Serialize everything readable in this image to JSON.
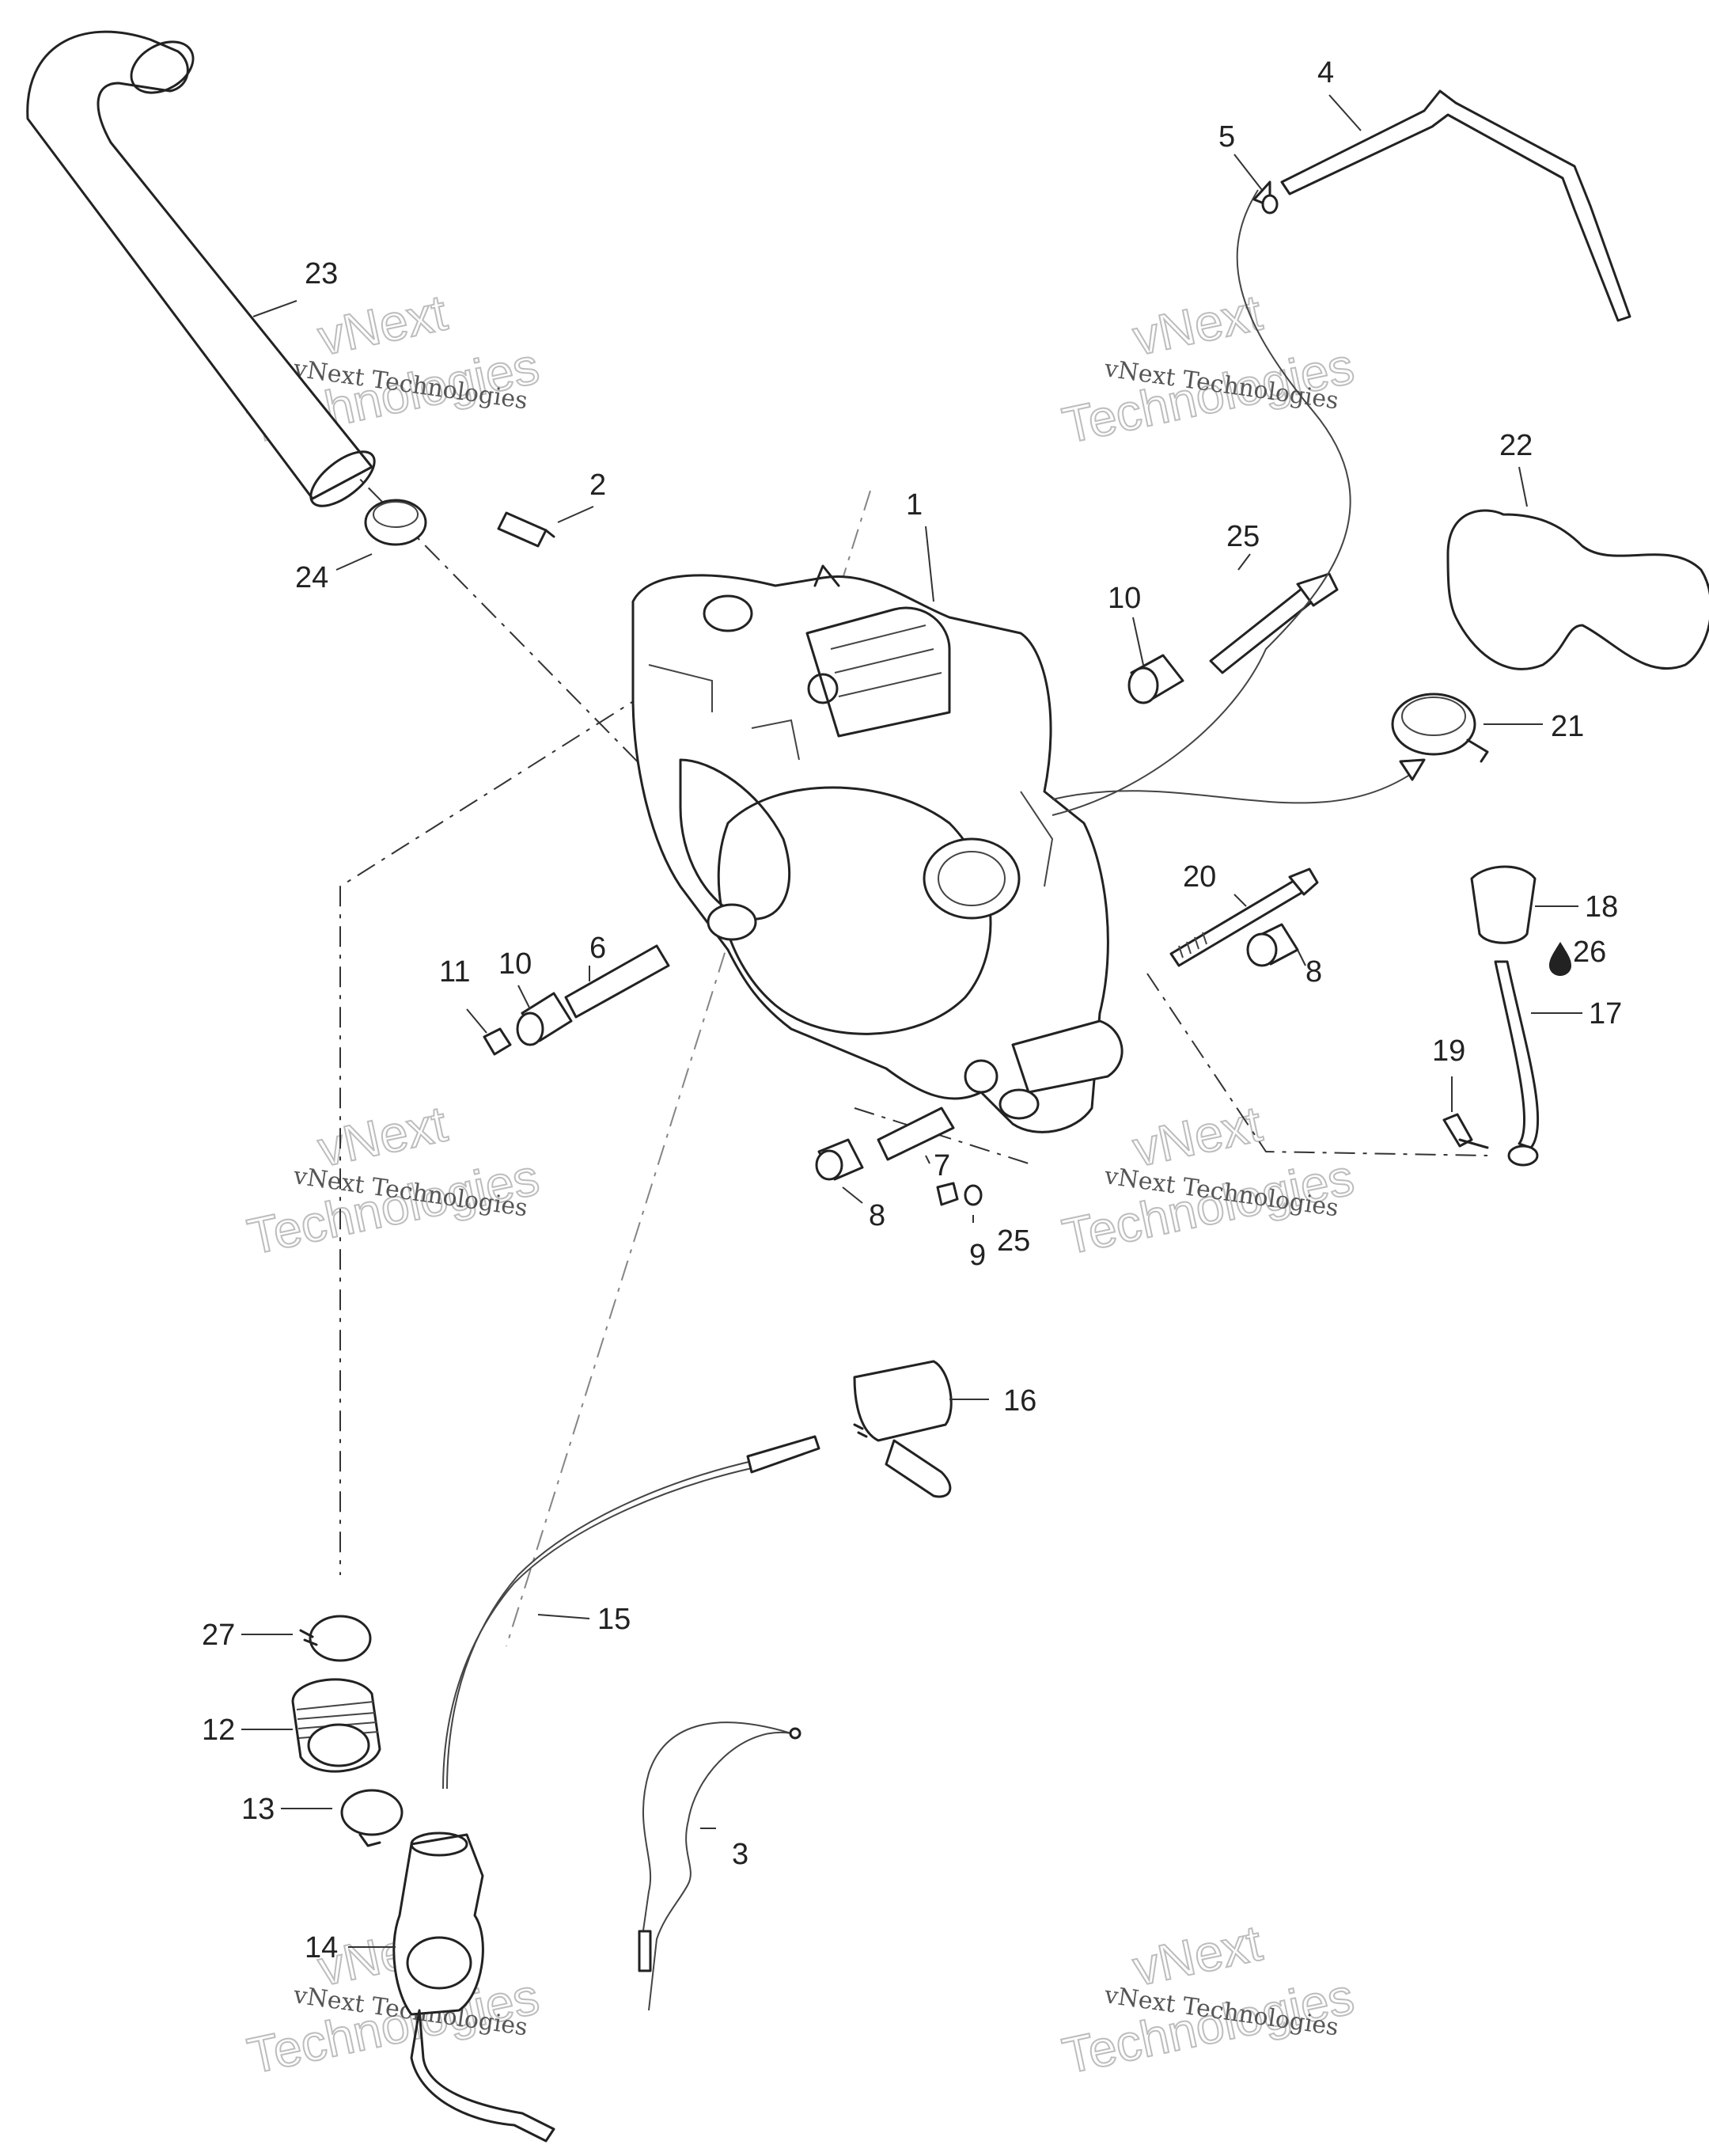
{
  "callouts": [
    {
      "id": "c1",
      "label": "1"
    },
    {
      "id": "c2",
      "label": "2"
    },
    {
      "id": "c3",
      "label": "3"
    },
    {
      "id": "c4",
      "label": "4"
    },
    {
      "id": "c5",
      "label": "5"
    },
    {
      "id": "c6",
      "label": "6"
    },
    {
      "id": "c7",
      "label": "7"
    },
    {
      "id": "c8a",
      "label": "8"
    },
    {
      "id": "c8b",
      "label": "8"
    },
    {
      "id": "c9",
      "label": "9"
    },
    {
      "id": "c10a",
      "label": "10"
    },
    {
      "id": "c10b",
      "label": "10"
    },
    {
      "id": "c11",
      "label": "11"
    },
    {
      "id": "c12",
      "label": "12"
    },
    {
      "id": "c13",
      "label": "13"
    },
    {
      "id": "c14",
      "label": "14"
    },
    {
      "id": "c15",
      "label": "15"
    },
    {
      "id": "c16",
      "label": "16"
    },
    {
      "id": "c17",
      "label": "17"
    },
    {
      "id": "c18",
      "label": "18"
    },
    {
      "id": "c19",
      "label": "19"
    },
    {
      "id": "c20",
      "label": "20"
    },
    {
      "id": "c21",
      "label": "21"
    },
    {
      "id": "c22",
      "label": "22"
    },
    {
      "id": "c23",
      "label": "23"
    },
    {
      "id": "c24",
      "label": "24"
    },
    {
      "id": "c25a",
      "label": "25"
    },
    {
      "id": "c25b",
      "label": "25"
    },
    {
      "id": "c26",
      "label": "26"
    },
    {
      "id": "c27",
      "label": "27"
    }
  ],
  "watermark": {
    "line1": "vNext Technologies",
    "big_top": "vNext",
    "big_bottom": "Technologies"
  },
  "icons": {
    "oil_drop": "oil-drop-icon"
  }
}
